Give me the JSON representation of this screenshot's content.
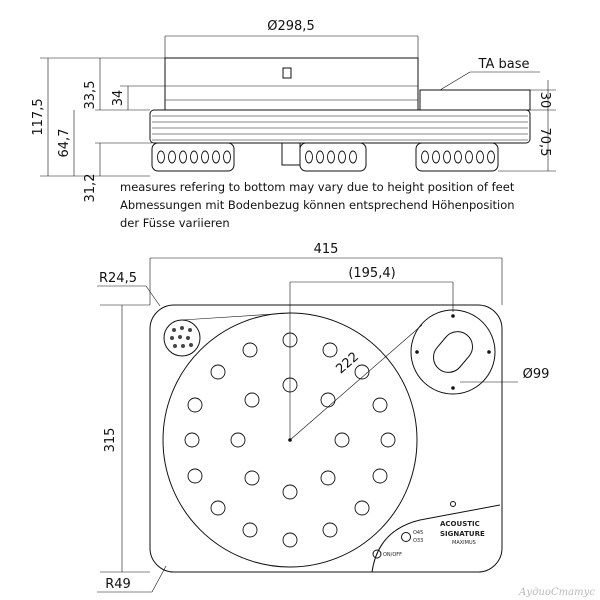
{
  "side_view": {
    "dims": {
      "platter_diameter": "Ø298,5",
      "ta_base": "TA base",
      "total_height": "117,5",
      "base_to_top": "64,7",
      "foot_height": "31,2",
      "platter_height": "33,5",
      "top_thickness": "34",
      "ta_height": "30",
      "right_height": "70,5"
    },
    "notes": [
      "measures refering to bottom may vary due to height position of feet",
      "Abmessungen mit Bodenbezug können entsprechend Höhenposition",
      "der Füsse variieren"
    ]
  },
  "top_view": {
    "dims": {
      "width": "415",
      "arm_offset": "(195,4)",
      "corner_radius_top": "R24,5",
      "arm_length": "222",
      "ta_diameter": "Ø99",
      "depth": "315",
      "corner_radius_bottom": "R49"
    },
    "logo": {
      "line1": "ACOUSTIC",
      "line2": "SIGNATURE",
      "line3": "MAXIMUS"
    },
    "switch_labels": {
      "speed_45": "O45",
      "speed_33": "O33",
      "power": "ON/OFF"
    }
  },
  "watermark": "АудиоСтатус"
}
